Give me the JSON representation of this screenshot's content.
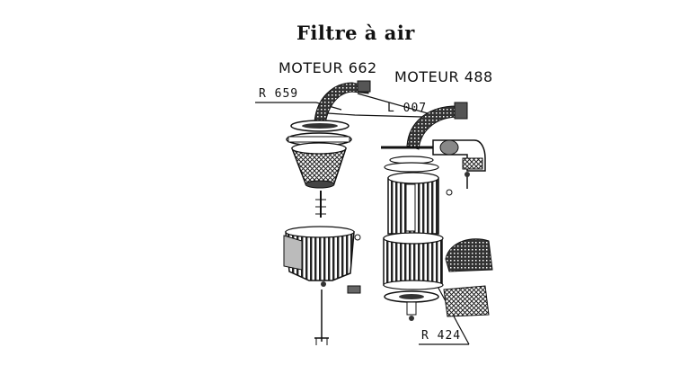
{
  "document": {
    "title": "Filtre à air",
    "labels": {
      "moteur_662": "MOTEUR 662",
      "moteur_488": "MOTEUR 488",
      "r659": "R 659",
      "l007": "L 007",
      "r424": "R 424"
    }
  },
  "colors": {
    "ink": "#111111",
    "paper": "#ffffff"
  }
}
